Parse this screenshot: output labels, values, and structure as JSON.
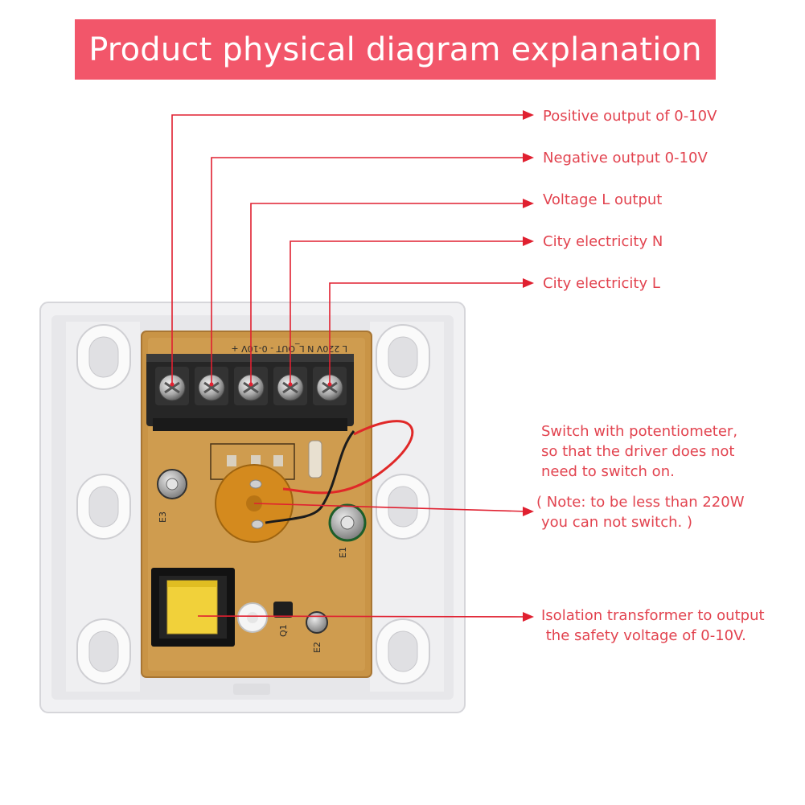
{
  "title": "Product physical diagram explanation",
  "colors": {
    "banner": "#f2566a",
    "callout": "#e2434f",
    "pcb": "#c99446"
  },
  "labels": [
    {
      "id": "pos",
      "lines": [
        "Positive output of 0-10V"
      ]
    },
    {
      "id": "neg",
      "lines": [
        "Negative output 0-10V"
      ]
    },
    {
      "id": "vl",
      "lines": [
        "Voltage L output"
      ]
    },
    {
      "id": "cn",
      "lines": [
        "City electricity N"
      ]
    },
    {
      "id": "cl",
      "lines": [
        "City electricity L"
      ]
    },
    {
      "id": "sw",
      "lines": [
        "Switch with potentiometer,",
        "so that the driver does not",
        "need to switch on."
      ]
    },
    {
      "id": "note",
      "lines": [
        "( Note: to be less than 220W",
        "you can not switch. )"
      ]
    },
    {
      "id": "iso",
      "lines": [
        "Isolation transformer to output",
        " the safety voltage of 0-10V."
      ]
    }
  ],
  "pcb": {
    "terminal_marking": "L 220V N L_OUT - 0-10V +",
    "refs": {
      "e1": "E1",
      "e2": "E2",
      "e3": "E3",
      "q1": "Q1"
    }
  }
}
